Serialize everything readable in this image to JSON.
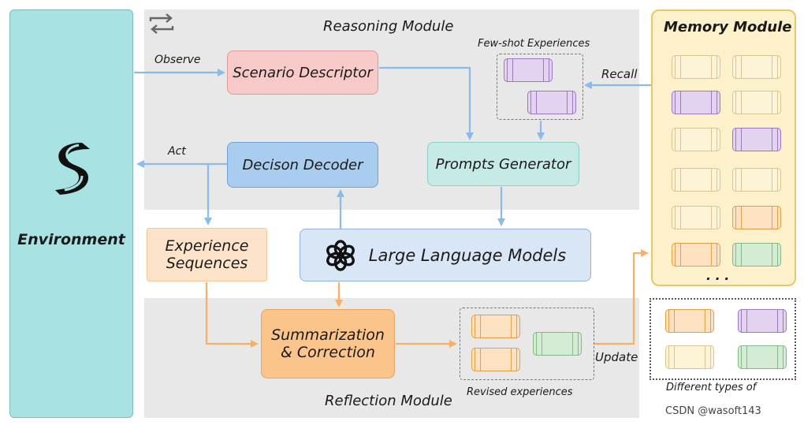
{
  "environment": {
    "label": "Environment"
  },
  "reasoning": {
    "title": "Reasoning Module"
  },
  "reflection": {
    "title": "Reflection Module"
  },
  "memory": {
    "title": "Memory Module",
    "ellipsis": ". . ."
  },
  "nodes": {
    "scenario": "Scenario Descriptor",
    "decoder": "Decison Decoder",
    "prompts": "Prompts Generator",
    "llm": "Large Language Models",
    "experience_line1": "Experience",
    "experience_line2": "Sequences",
    "summ_line1": "Summarization",
    "summ_line2": "& Correction"
  },
  "labels": {
    "observe": "Observe",
    "act": "Act",
    "recall": "Recall",
    "update": "Update",
    "few_shot": "Few-shot Experiences",
    "revised": "Revised experiences",
    "different_types": "Different types of"
  },
  "watermark": "CSDN @wasoft143",
  "colors": {
    "env": "#a8e2e3",
    "scenario": "#f7c9c9",
    "decoder": "#a9cdef",
    "prompts": "#c6ebe6",
    "llm": "#d9e6f6",
    "experience": "#fde3c9",
    "summarization": "#fbc48b",
    "memory": "#fdf1cc",
    "blue_arrow": "#8bbbe8",
    "orange_arrow": "#f6b06a"
  },
  "icons": [
    "refresh-icon",
    "road-icon",
    "openai-icon"
  ]
}
